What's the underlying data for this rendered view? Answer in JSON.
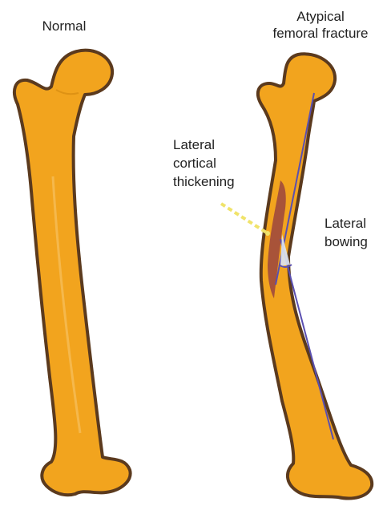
{
  "labels": {
    "normal": "Normal",
    "atypical_line1": "Atypical",
    "atypical_line2": "femoral fracture",
    "cortical_line1": "Lateral",
    "cortical_line2": "cortical",
    "cortical_line3": "thickening",
    "bowing_line1": "Lateral",
    "bowing_line2": "bowing"
  },
  "colors": {
    "bone_fill": "#F2A41E",
    "bone_outline": "#5B3A1E",
    "cortical_thickening": "#A04A3C",
    "axis_lines": "#5A4FB0",
    "pointer_line": "#F0E36A"
  }
}
